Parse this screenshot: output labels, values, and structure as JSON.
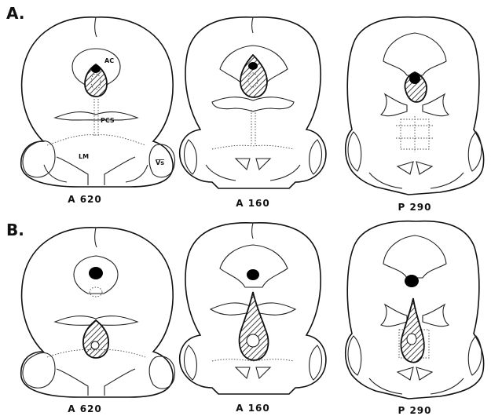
{
  "rows": [
    {
      "label": "A.",
      "sections": [
        {
          "caption": "A 620",
          "labels": [
            "AC",
            "PCS",
            "LM",
            "Vs"
          ]
        },
        {
          "caption": "A 160",
          "labels": []
        },
        {
          "caption": "P 290",
          "labels": []
        }
      ]
    },
    {
      "label": "B.",
      "sections": [
        {
          "caption": "A 620",
          "labels": []
        },
        {
          "caption": "A 160",
          "labels": []
        },
        {
          "caption": "P 290",
          "labels": []
        }
      ]
    }
  ]
}
